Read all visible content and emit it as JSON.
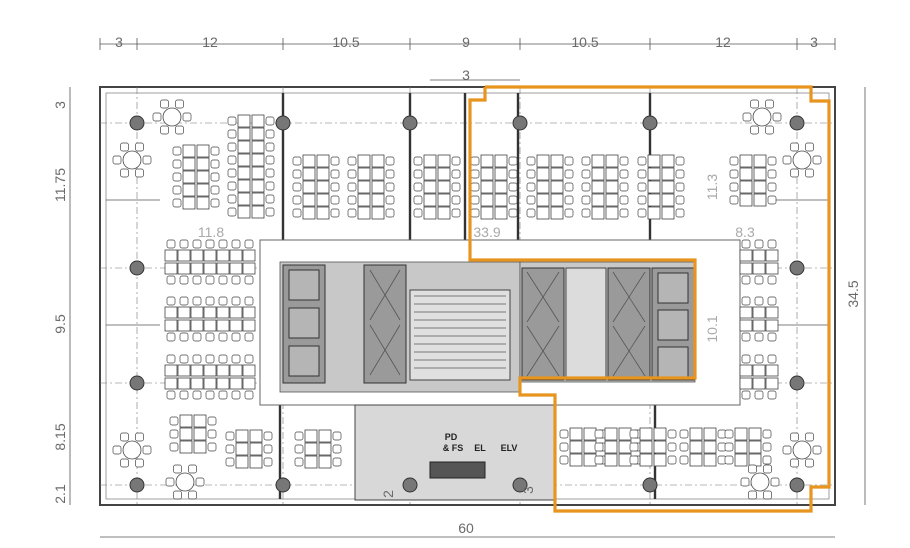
{
  "dimensions": {
    "top": [
      "3",
      "12",
      "10.5",
      "9",
      "10.5",
      "12",
      "3"
    ],
    "top_second_row": "3",
    "left": [
      "3",
      "11.75",
      "9.5",
      "8.15",
      "2.1"
    ],
    "right_total": "34.5",
    "bottom_total": "60",
    "core_bottom_small": "2",
    "core_bottom_small_2": "3"
  },
  "areas": {
    "left_open": "11.8",
    "center_open": "33.9",
    "right_top": "8.3",
    "right_vertical": "11.3",
    "right_mid": "10.1"
  },
  "rooms": {
    "pd_fs_line1": "PD",
    "pd_fs_line2": "& FS",
    "el": "EL",
    "elv": "ELV"
  },
  "colors": {
    "highlight": "#E8951F",
    "core_fill": "#c8c8c8",
    "elevator_fill": "#9a9a9a",
    "column": "#777777"
  }
}
